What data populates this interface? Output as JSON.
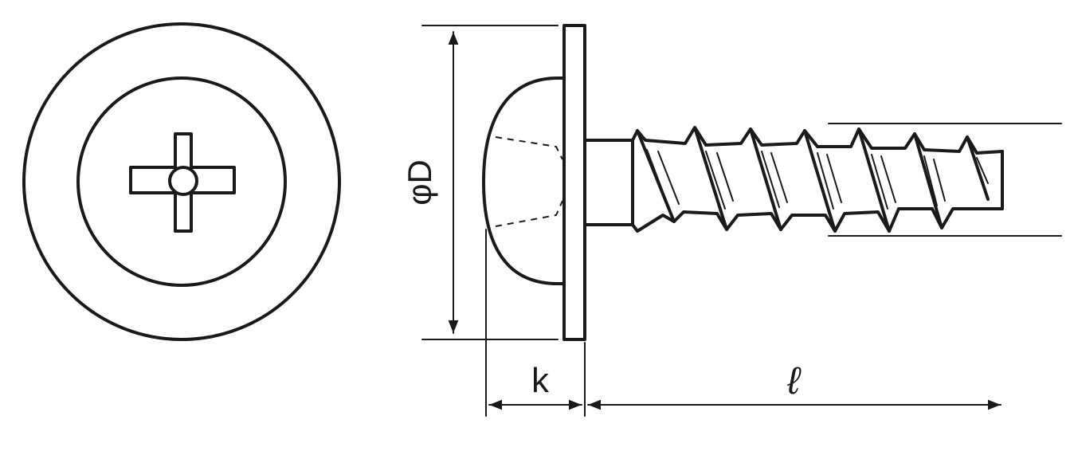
{
  "diagram": {
    "labels": {
      "diameter": "φD",
      "head_height": "k",
      "length": "ℓ"
    },
    "colors": {
      "ink": "#1a1a1a",
      "background": "#ffffff"
    }
  }
}
